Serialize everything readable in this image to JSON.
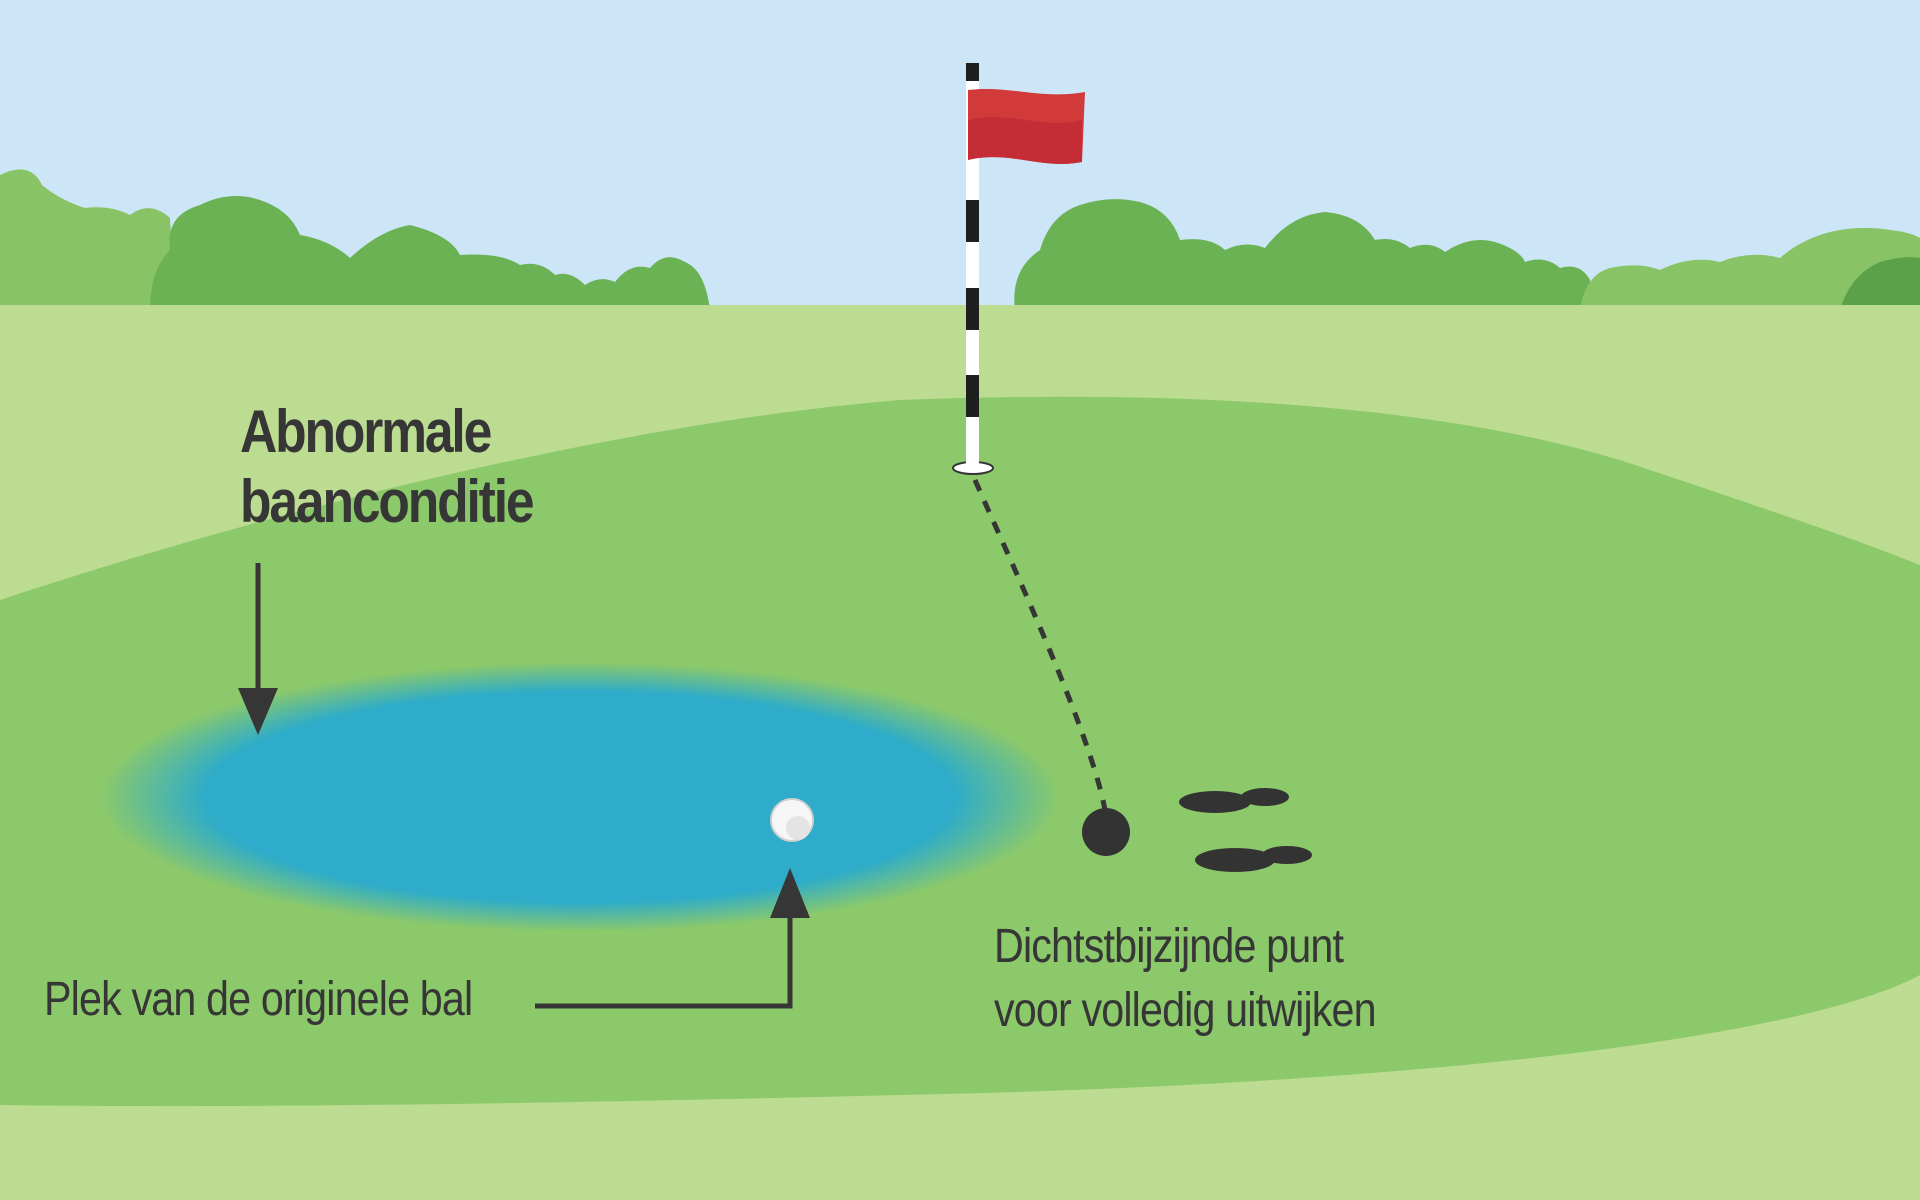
{
  "labels": {
    "condition_line1": "Abnormale",
    "condition_line2": "baanconditie",
    "original_ball": "Plek van de originele bal",
    "relief_line1": "Dichtstbijzijnde punt",
    "relief_line2": "voor volledig uitwijken"
  },
  "colors": {
    "sky": "#cde6f7",
    "far_grass": "#bcdc91",
    "fairway": "#8cc96a",
    "trees_light": "#88c466",
    "trees_dark": "#6bb255",
    "water": "#2eacc9",
    "flag": "#d23a3a",
    "ink": "#363636"
  },
  "icons": {
    "flagstick": "flagstick-icon",
    "ball": "golf-ball-icon",
    "relief_point": "relief-point-marker",
    "footprints": "footprints-icon"
  }
}
